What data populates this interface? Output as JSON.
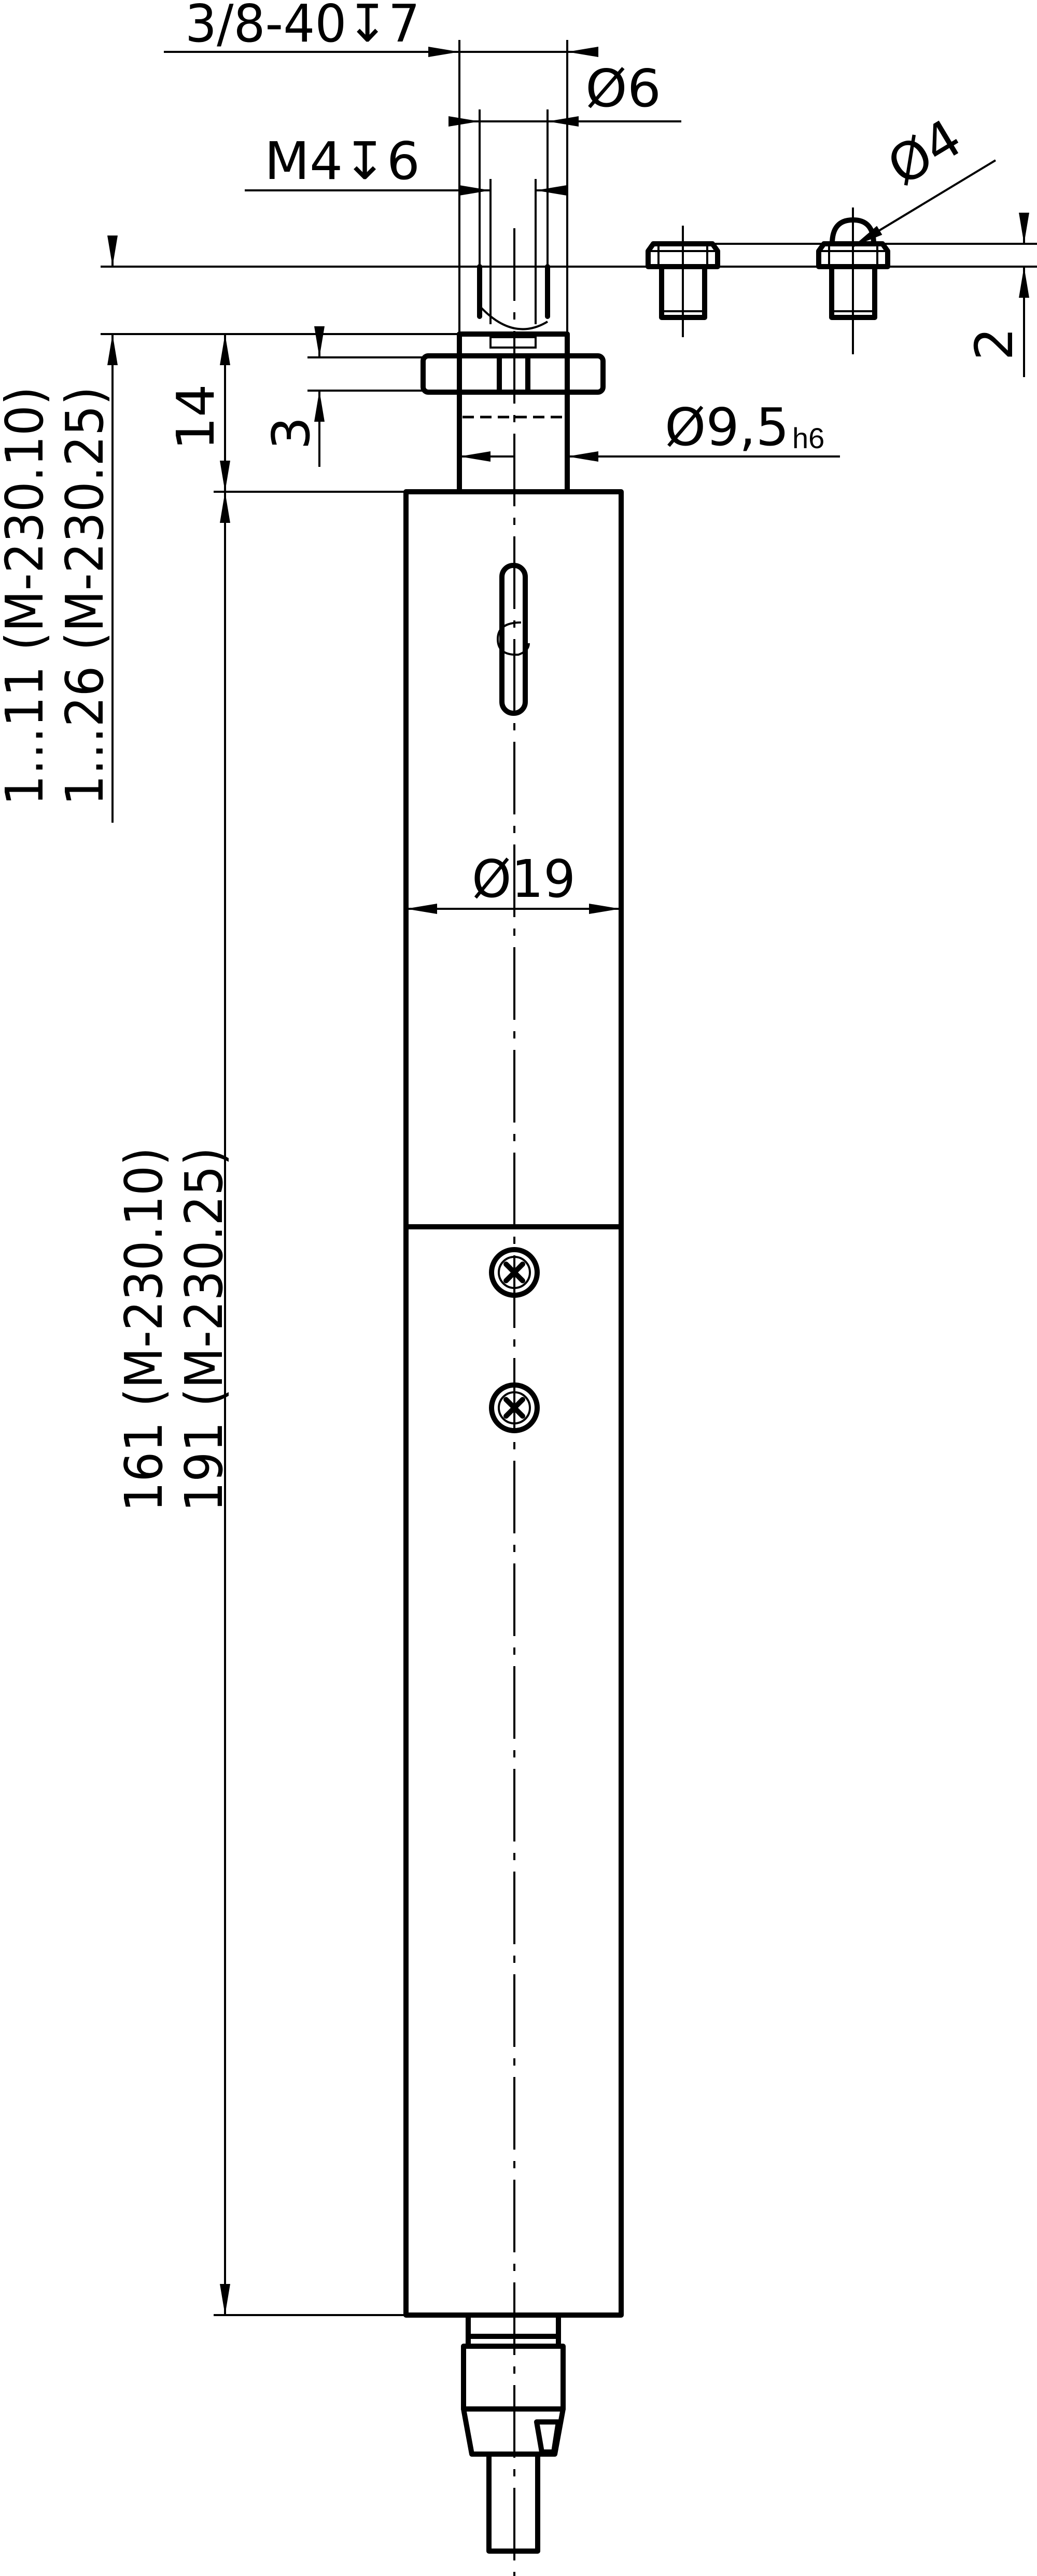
{
  "drawing": {
    "colors": {
      "line": "#000000",
      "background": "#ffffff"
    },
    "dimensions": {
      "thread_outer": "3/8-40↧7",
      "tip_diameter": "Ø6",
      "thread_inner": "M4↧6",
      "ball_diameter": "Ø4",
      "tip_offset": "2",
      "shaft_diameter": "Ø9,5",
      "shaft_tolerance": "h6",
      "shaft_length": "14",
      "nut_height": "3",
      "body_diameter": "Ø19",
      "travel_short": "1…11 (M-230.10)",
      "travel_long": "1…26 (M-230.25)",
      "length_short": "161 (M-230.10)",
      "length_long": "191 (M-230.25)"
    }
  }
}
